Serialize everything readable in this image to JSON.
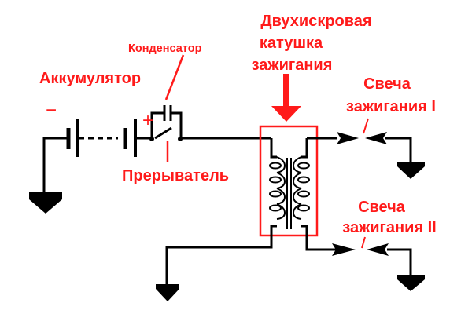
{
  "diagram": {
    "title": "Двухискровая система зажигания",
    "labels": {
      "battery": "Аккумулятор",
      "capacitor": "Конденсатор",
      "breaker": "Прерыватель",
      "coil_line1": "Двухискровая",
      "coil_line2": "катушка",
      "coil_line3": "зажигания",
      "plug1_line1": "Свеча",
      "plug1_line2": "зажигания I",
      "plug2_line1": "Свеча",
      "plug2_line2": "зажигания II",
      "minus": "−",
      "plus": "+"
    },
    "colors": {
      "label": "#ff1a1a",
      "wire": "#000000"
    }
  }
}
